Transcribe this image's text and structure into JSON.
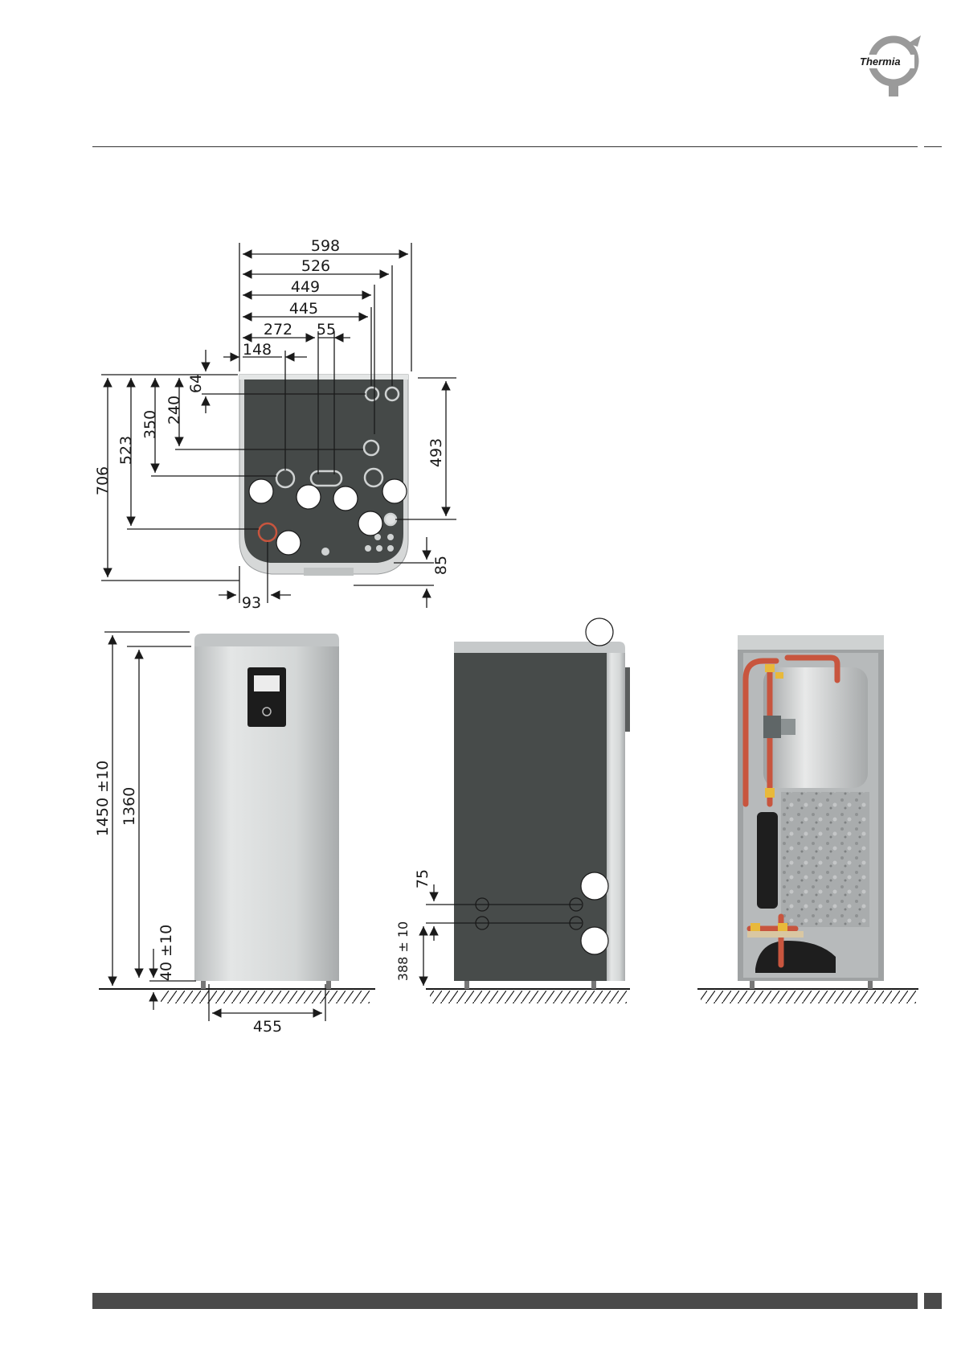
{
  "brand": {
    "logo_text": "Thermia"
  },
  "colors": {
    "panel_dark": "#444847",
    "casing_light": "#d9dbdb",
    "pipe_copper": "#c8553e",
    "insulation_black": "#1e1e1e"
  },
  "top_view": {
    "widths": [
      "598",
      "526",
      "449",
      "445",
      "272",
      "55",
      "148"
    ],
    "depths_left": [
      "706",
      "523",
      "350",
      "240",
      "64"
    ],
    "depth_right": "493",
    "foot_offset": "85",
    "pipe_offset": "93"
  },
  "front_view": {
    "height_total": "1450 ±10",
    "height_body": "1360",
    "foot_height": "40 ±10",
    "width": "455"
  },
  "side_view": {
    "spacing": "75",
    "height": "388 ± 10"
  }
}
